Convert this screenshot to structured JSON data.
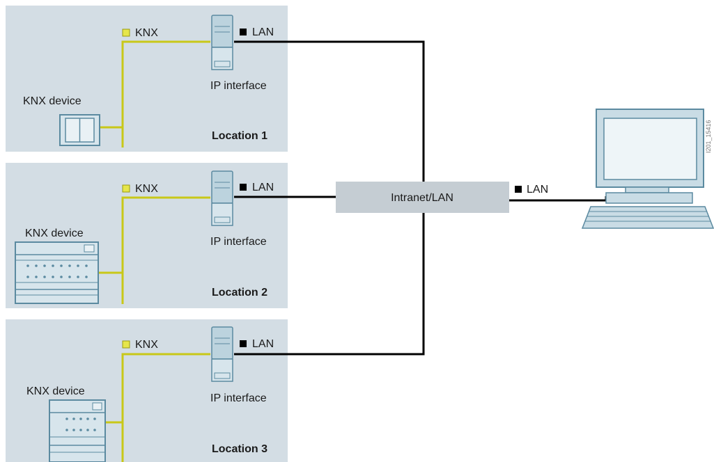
{
  "locations": [
    {
      "name": "Location 1",
      "device_label": "KNX device",
      "device_icon": "wall-switch-icon",
      "interface_label": "IP interface",
      "knx_label": "KNX",
      "lan_label": "LAN"
    },
    {
      "name": "Location 2",
      "device_label": "KNX device",
      "device_icon": "din-rail-actuator-icon",
      "interface_label": "IP interface",
      "knx_label": "KNX",
      "lan_label": "LAN"
    },
    {
      "name": "Location 3",
      "device_label": "KNX device",
      "device_icon": "compact-actuator-icon",
      "interface_label": "IP interface",
      "knx_label": "KNX",
      "lan_label": "LAN"
    }
  ],
  "network": {
    "label": "Intranet/LAN"
  },
  "pc": {
    "lan_label": "LAN",
    "icon": "desktop-computer-icon"
  },
  "figure_id": "I201_15416",
  "colors": {
    "location_bg": "#d3dde4",
    "knx_line": "#c8c818",
    "lan_line": "#000000",
    "network_box": "#c5cdd3",
    "device_stroke": "#5b8aa0",
    "device_fill": "#bcd3de"
  }
}
